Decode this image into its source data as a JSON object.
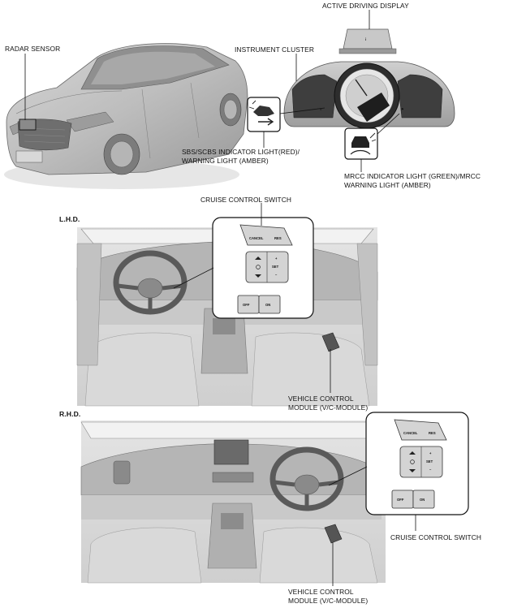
{
  "labels": {
    "active_driving_display": "ACTIVE DRIVING DISPLAY",
    "radar_sensor": "RADAR SENSOR",
    "instrument_cluster": "INSTRUMENT CLUSTER",
    "sbs_line1": "SBS/SCBS INDICATOR LIGHT(RED)/",
    "sbs_line2": "WARNING LIGHT (AMBER)",
    "mrcc_line1": "MRCC INDICATOR LIGHT (GREEN)/MRCC",
    "mrcc_line2": "WARNING LIGHT (AMBER)",
    "cruise_top": "CRUISE CONTROL SWITCH",
    "lhd": "L.H.D.",
    "rhd": "R.H.D.",
    "vcm1_line1": "VEHICLE CONTROL",
    "vcm1_line2": "MODULE (V/C-MODULE)",
    "cruise_bottom": "CRUISE CONTROL SWITCH",
    "vcm2_line1": "VEHICLE CONTROL",
    "vcm2_line2": "MODULE (V/C-MODULE)"
  },
  "switch_text": {
    "cancel": "CANCEL",
    "res": "RES",
    "set_plus": "+",
    "set": "SET",
    "set_minus": "−",
    "off": "OFF",
    "on": "ON"
  }
}
